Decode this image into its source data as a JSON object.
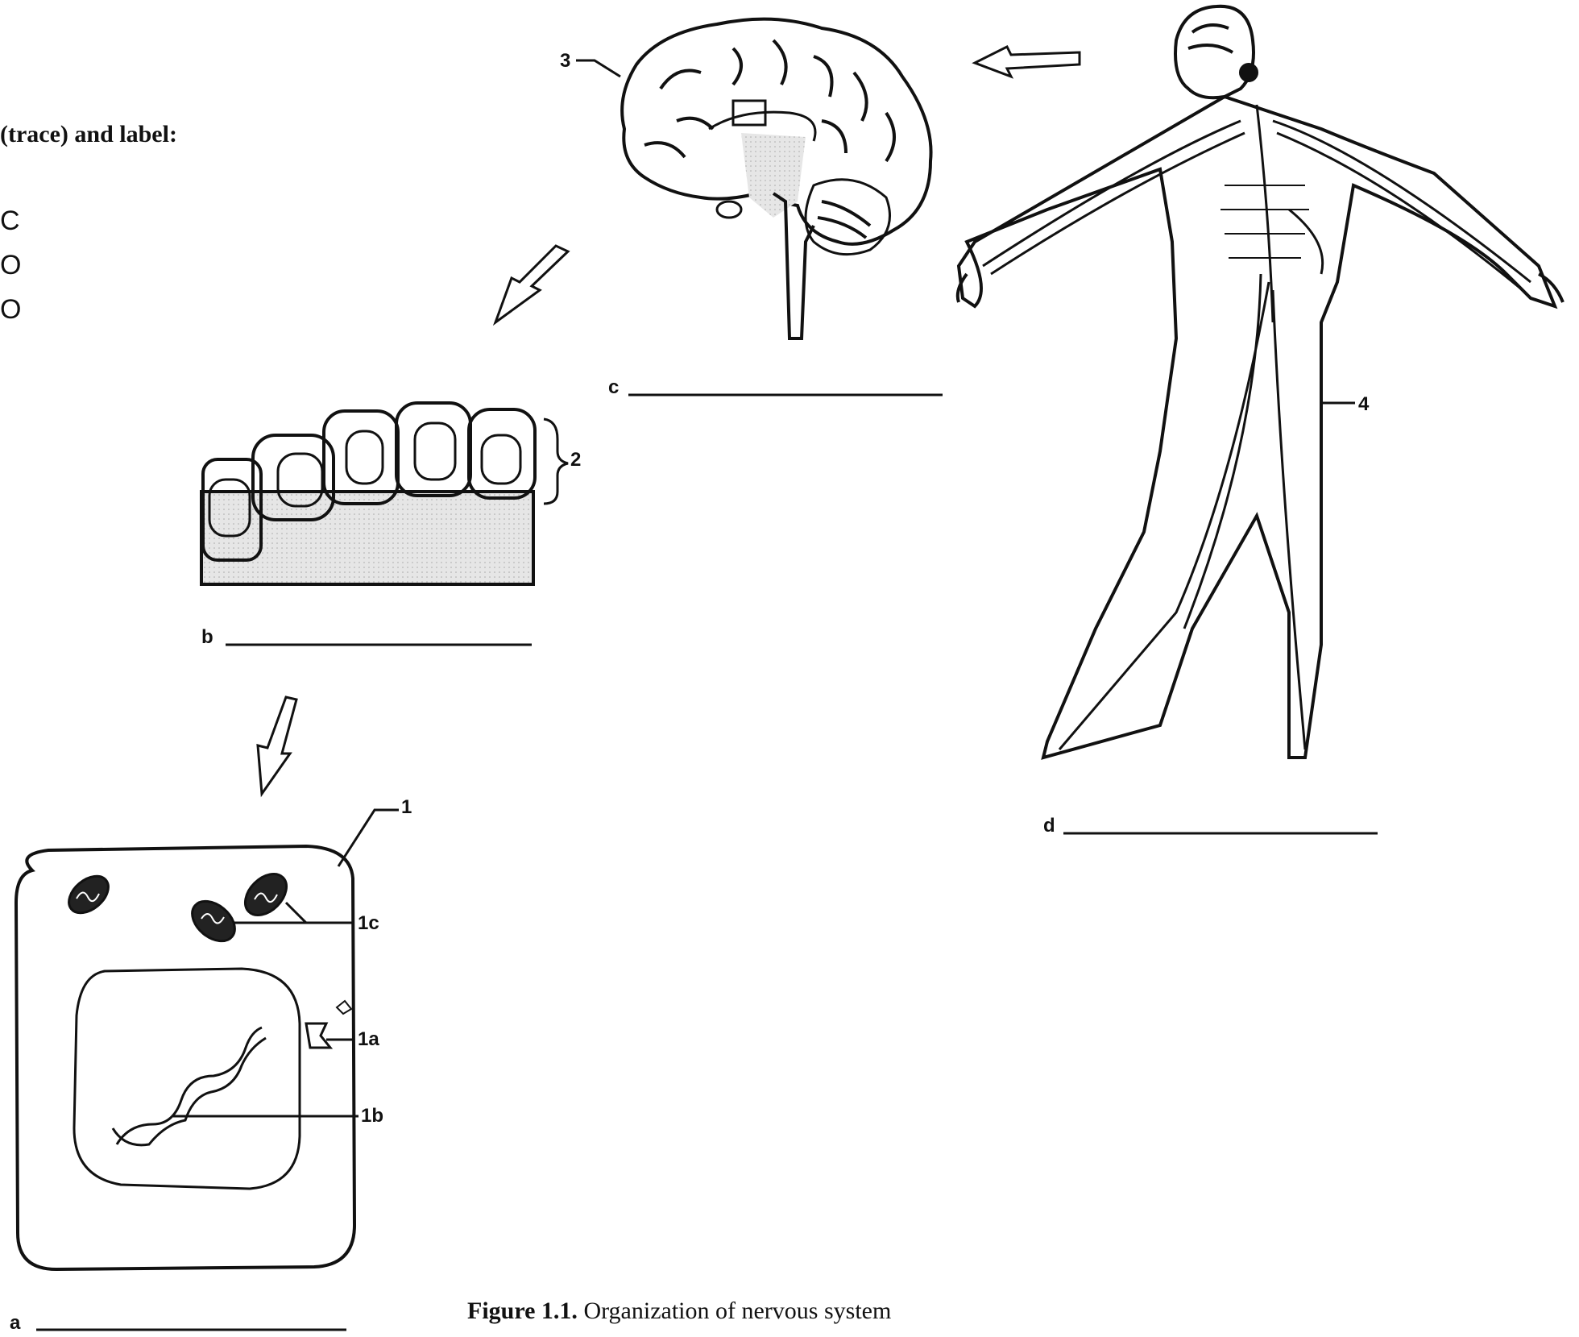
{
  "instruction": "(trace) and label:",
  "color_circles": [
    "C",
    "O",
    "O"
  ],
  "labels": {
    "n1": "1",
    "n1a": "1a",
    "n1b": "1b",
    "n1c": "1c",
    "n2": "2",
    "n3": "3",
    "n4": "4"
  },
  "blank_letters": {
    "a": "a",
    "b": "b",
    "c": "c",
    "d": "d"
  },
  "caption": {
    "prefix": "Figure 1.1.",
    "text": " Organization of nervous system"
  }
}
